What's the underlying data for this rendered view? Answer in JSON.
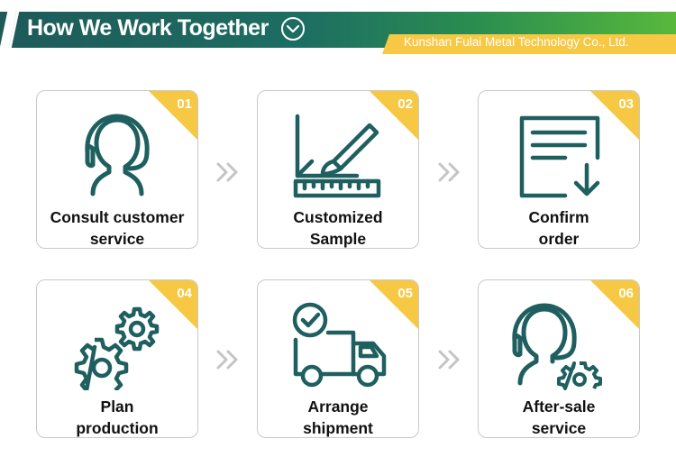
{
  "header": {
    "title": "How We Work Together",
    "company": "Kunshan Fulai Metal Technology Co., Ltd."
  },
  "colors": {
    "icon_teal": "#1f5f5f",
    "badge_yellow": "#f7c843",
    "text": "#111111"
  },
  "steps": [
    {
      "num": "01",
      "line1": "Consult customer",
      "line2": "service",
      "icon": "headset-person-icon"
    },
    {
      "num": "02",
      "line1": "Customized",
      "line2": "Sample",
      "icon": "ruler-pen-icon"
    },
    {
      "num": "03",
      "line1": "Confirm",
      "line2": "order",
      "icon": "document-download-icon"
    },
    {
      "num": "04",
      "line1": "Plan",
      "line2": "production",
      "icon": "gears-icon"
    },
    {
      "num": "05",
      "line1": "Arrange",
      "line2": "shipment",
      "icon": "truck-icon"
    },
    {
      "num": "06",
      "line1": "After-sale",
      "line2": "service",
      "icon": "headset-gear-icon"
    }
  ]
}
